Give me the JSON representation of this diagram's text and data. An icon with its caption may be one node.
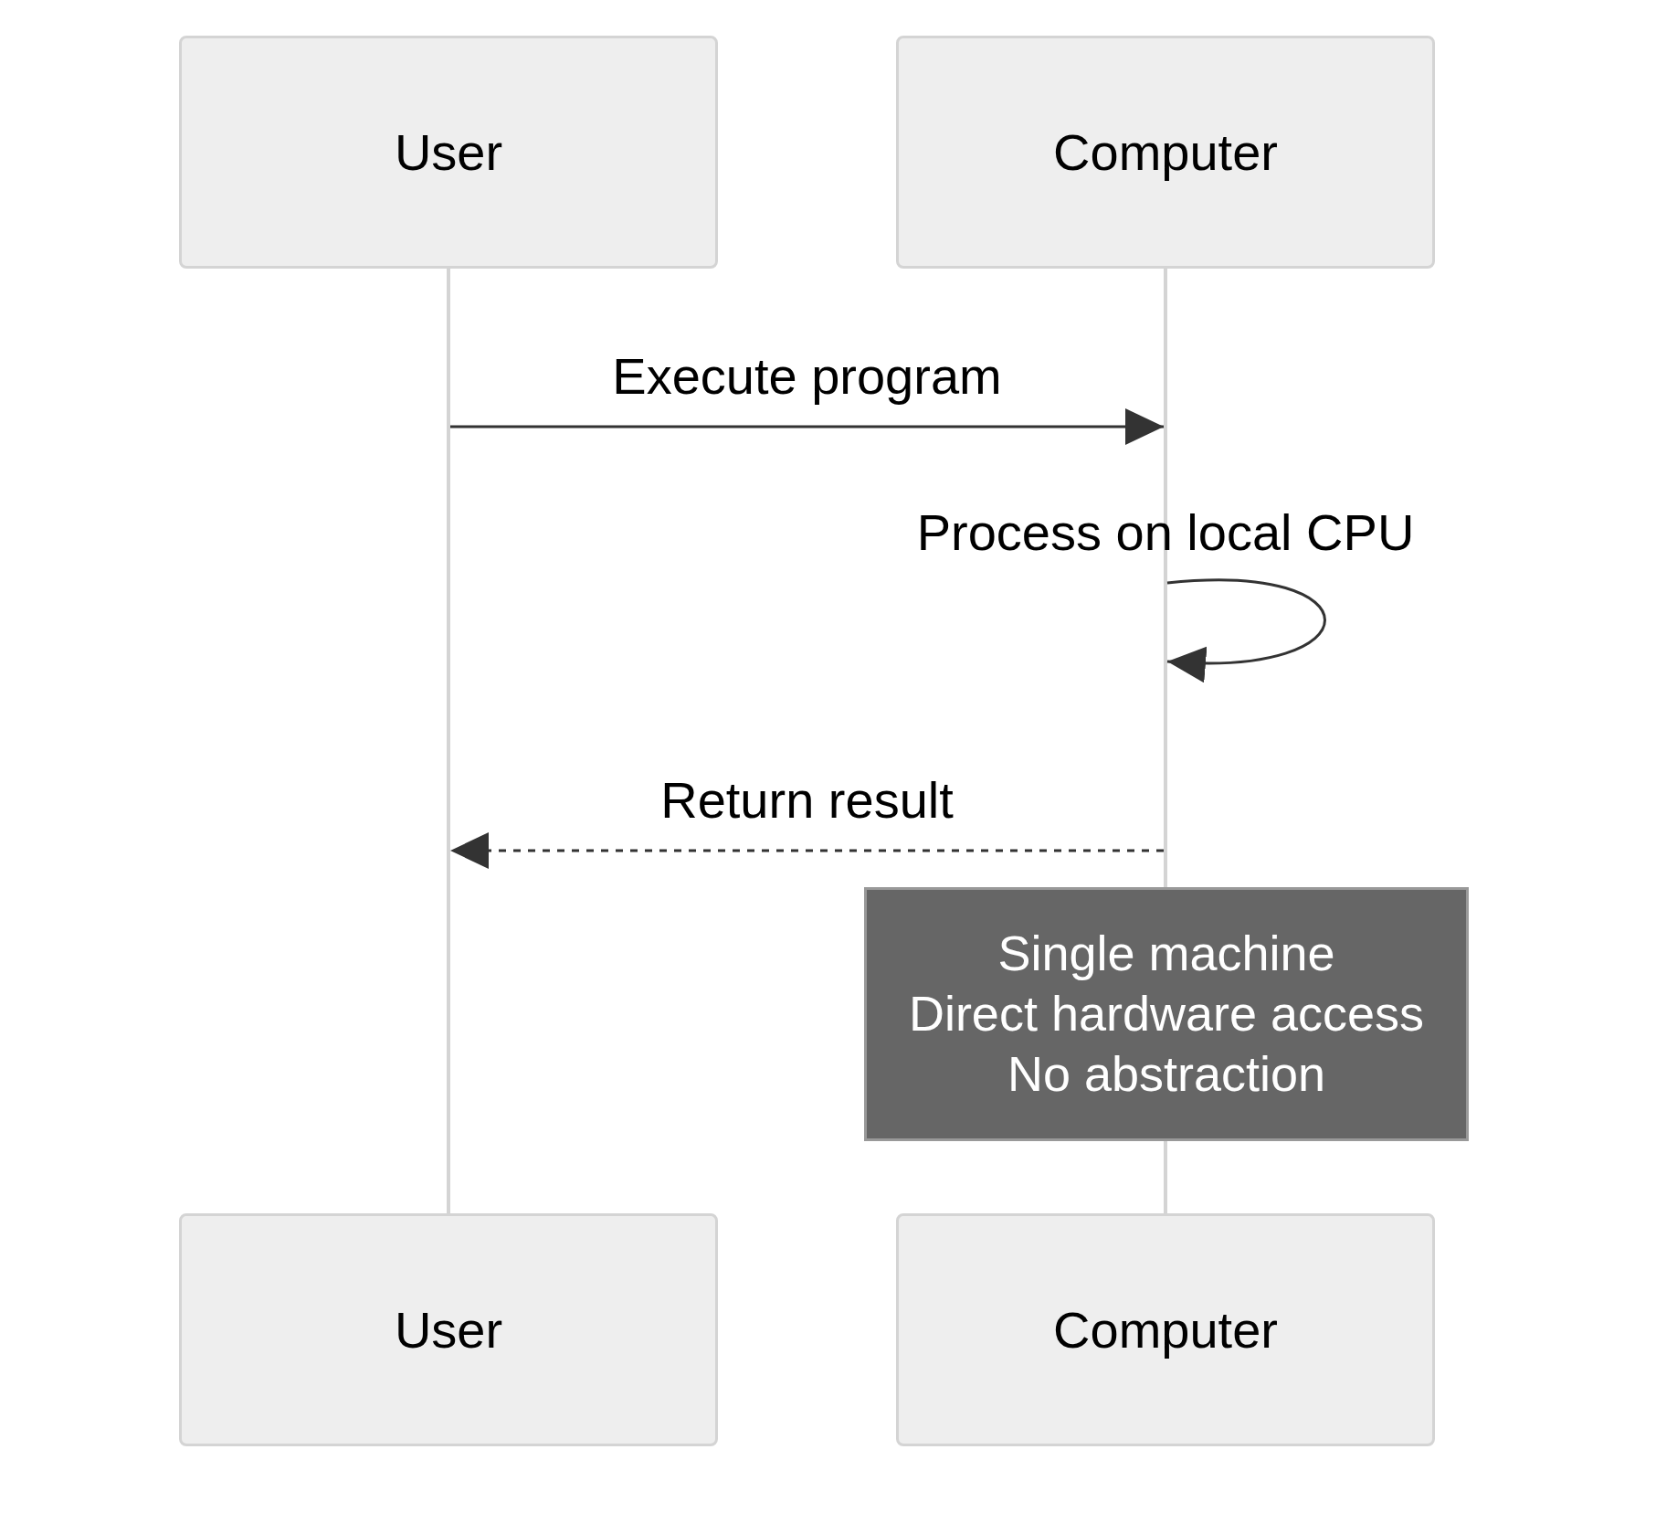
{
  "diagram": {
    "nodes": [
      {
        "text": [
          "User"
        ]
      },
      {
        "text": [
          "Computer"
        ]
      },
      {
        "text": [
          "User"
        ]
      },
      {
        "text": [
          "Computer"
        ]
      },
      {
        "text": [
          "Single machine",
          "Direct hardware access",
          "No abstraction"
        ]
      },
      {
        "text": [],
        "shape": "bar"
      },
      {
        "text": [],
        "shape": "bar"
      },
      {
        "text": [],
        "shape": "bar"
      }
    ],
    "edges": [
      {
        "from": 5,
        "to": 6,
        "arrow": "to",
        "label": "Execute program"
      },
      {
        "from": 6,
        "to": 6,
        "arrow": "to",
        "label": "Process on local CPU"
      },
      {
        "from": 6,
        "to": 5,
        "arrow": "to",
        "label": "Return result",
        "style": "dashed"
      }
    ]
  }
}
